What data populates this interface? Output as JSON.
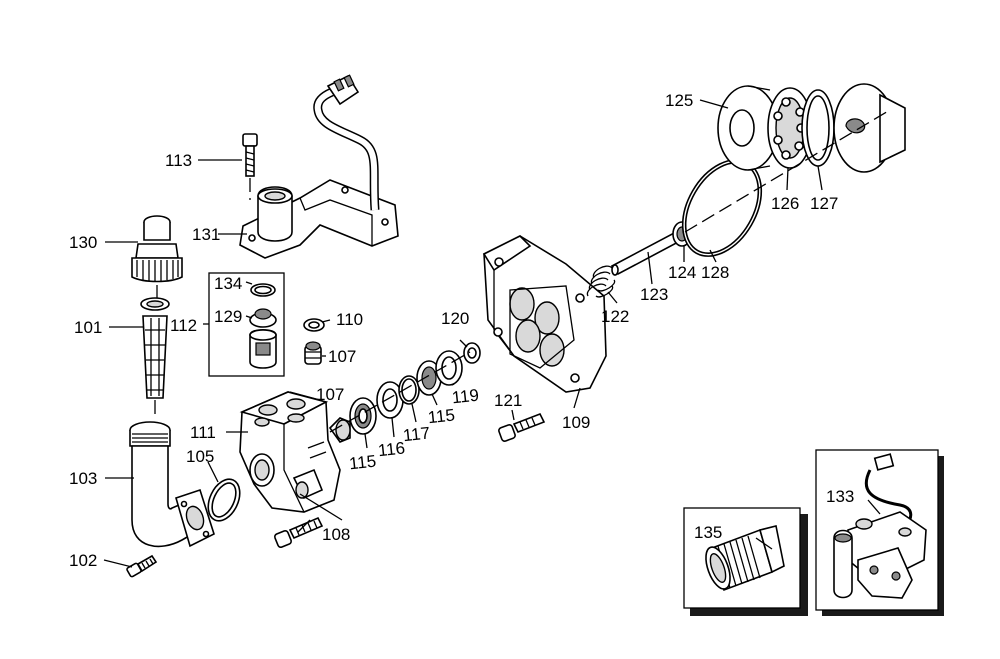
{
  "labels": {
    "p101": "101",
    "p102": "102",
    "p103": "103",
    "p105": "105",
    "p107a": "107",
    "p107b": "107",
    "p108": "108",
    "p109": "109",
    "p110": "110",
    "p111": "111",
    "p112": "112",
    "p113": "113",
    "p115a": "115",
    "p115b": "115",
    "p116": "116",
    "p117": "117",
    "p119": "119",
    "p120": "120",
    "p121": "121",
    "p122": "122",
    "p123": "123",
    "p124": "124",
    "p125": "125",
    "p126": "126",
    "p127": "127",
    "p128": "128",
    "p129": "129",
    "p130": "130",
    "p131": "131",
    "p133": "133",
    "p134": "134",
    "p135": "135"
  }
}
